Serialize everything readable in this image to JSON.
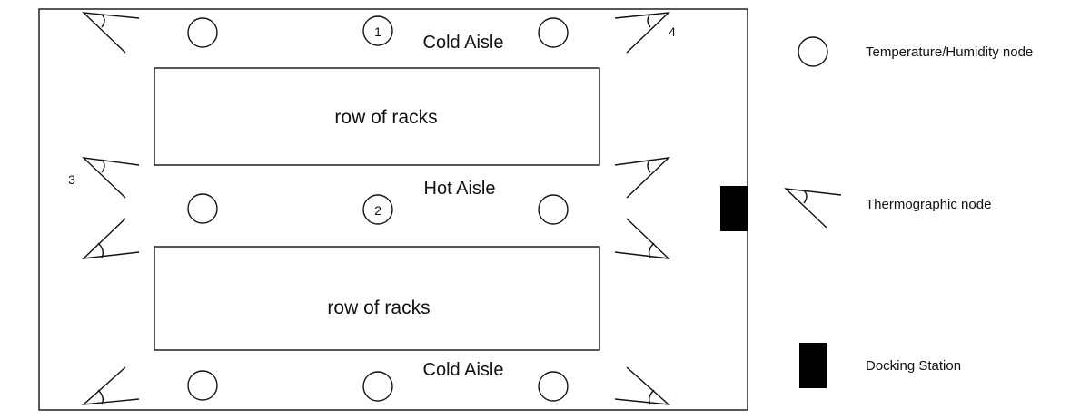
{
  "room": {
    "racks": [
      "row of racks",
      "row of racks"
    ],
    "aisles": {
      "cold_top": "Cold Aisle",
      "hot": "Hot Aisle",
      "cold_bottom": "Cold Aisle"
    },
    "node_numbers": {
      "n1": "1",
      "n2": "2",
      "n3": "3",
      "n4": "4"
    }
  },
  "legend": {
    "temperature_humidity": "Temperature/Humidity node",
    "thermographic": "Thermographic node",
    "docking_station": "Docking Station"
  },
  "colors": {
    "line": "#111111",
    "fill_solid": "#000000",
    "background": "#ffffff"
  }
}
